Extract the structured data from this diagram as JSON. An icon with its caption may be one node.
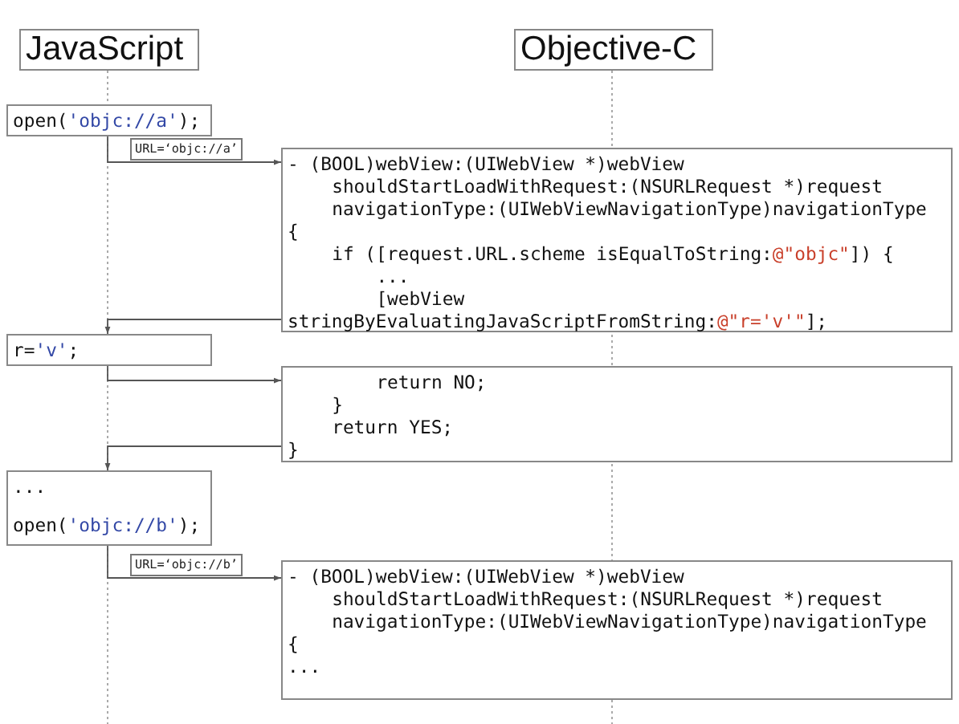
{
  "diagram": {
    "nodes": [
      {
        "text": [
          "JavaScript"
        ]
      },
      {
        "text": [
          "Objective-C"
        ]
      },
      {
        "text": [
          "open('objc://a');"
        ]
      },
      {
        "text": [
          "- (BOOL)webView:(UIWebView *)webView",
          "shouldStartLoadWithRequest:(NSURLRequest *)request",
          "navigationType:(UIWebViewNavigationType)navigationType",
          "{",
          "if ([request.URL.scheme isEqualToString:@\"objc\"]) {",
          "...",
          "[webView",
          "stringByEvaluatingJavaScriptFromString:@\"r='v'\"];"
        ]
      },
      {
        "text": [
          "r='v';"
        ]
      },
      {
        "text": [
          "return NO;",
          "}",
          "return YES;",
          "}"
        ]
      },
      {
        "text": [
          "...",
          "open('objc://b');"
        ]
      },
      {
        "text": [
          "- (BOOL)webView:(UIWebView *)webView",
          "shouldStartLoadWithRequest:(NSURLRequest *)request",
          "navigationType:(UIWebViewNavigationType)navigationType",
          "{",
          "..."
        ]
      }
    ],
    "edges": [
      {
        "from": 2,
        "to": 3,
        "arrow": "to",
        "label": "URL=‘objc://a’"
      },
      {
        "from": 3,
        "to": 4,
        "arrow": "to"
      },
      {
        "from": 4,
        "to": 5,
        "arrow": "to"
      },
      {
        "from": 5,
        "to": 6,
        "arrow": "to"
      },
      {
        "from": 6,
        "to": 7,
        "arrow": "to",
        "label": "URL=‘objc://b’"
      }
    ]
  }
}
